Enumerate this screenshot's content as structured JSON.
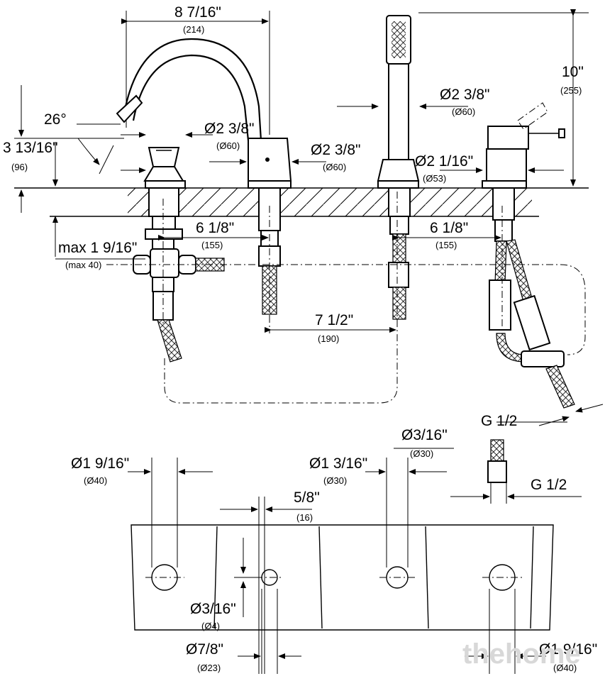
{
  "top_view": {
    "width": {
      "text": "8 7/16\"",
      "mm": "(214)"
    },
    "height": {
      "text": "10\"",
      "mm": "(255)"
    },
    "spout_height": {
      "text": "3 13/16\"",
      "mm": "(96)"
    },
    "angle": {
      "text": "26°"
    },
    "handle_dia": {
      "text": "Ø2 3/8\"",
      "mm": "(Ø60)"
    },
    "spout_base_dia": {
      "text": "Ø2 3/8\"",
      "mm": "(Ø60)"
    },
    "handshower_dia": {
      "text": "Ø2 3/8\"",
      "mm": "(Ø60)"
    },
    "diverter_dia": {
      "text": "Ø2 1/16\"",
      "mm": "(Ø53)"
    },
    "spacing_left": {
      "text": "6 1/8\"",
      "mm": "(155)"
    },
    "spacing_right": {
      "text": "6 1/8\"",
      "mm": "(155)"
    },
    "max_thickness": {
      "text": "max 1 9/16\"",
      "mm": "(max 40)"
    },
    "hose_spacing": {
      "text": "7 1/2\"",
      "mm": "(190)"
    },
    "thread_top": {
      "text": "G 1/2"
    },
    "thread_bottom": {
      "text": "G 1/2"
    }
  },
  "bottom_view": {
    "hole_left": {
      "text": "Ø1 9/16\"",
      "mm": "(Ø40)"
    },
    "hole_mid": {
      "text": "Ø1 3/16\"",
      "mm": "(Ø30)"
    },
    "hole_small_dia": {
      "text": "Ø3/16\"",
      "mm": "(Ø30)"
    },
    "gap": {
      "text": "5/8\"",
      "mm": "(16)"
    },
    "pin_dia": {
      "text": "Ø3/16\"",
      "mm": "(Ø4)"
    },
    "small_hole": {
      "text": "Ø7/8\"",
      "mm": "(Ø23)"
    },
    "hole_right": {
      "text": "Ø1 9/16\"",
      "mm": "(Ø40)"
    }
  },
  "watermark": "thehome"
}
